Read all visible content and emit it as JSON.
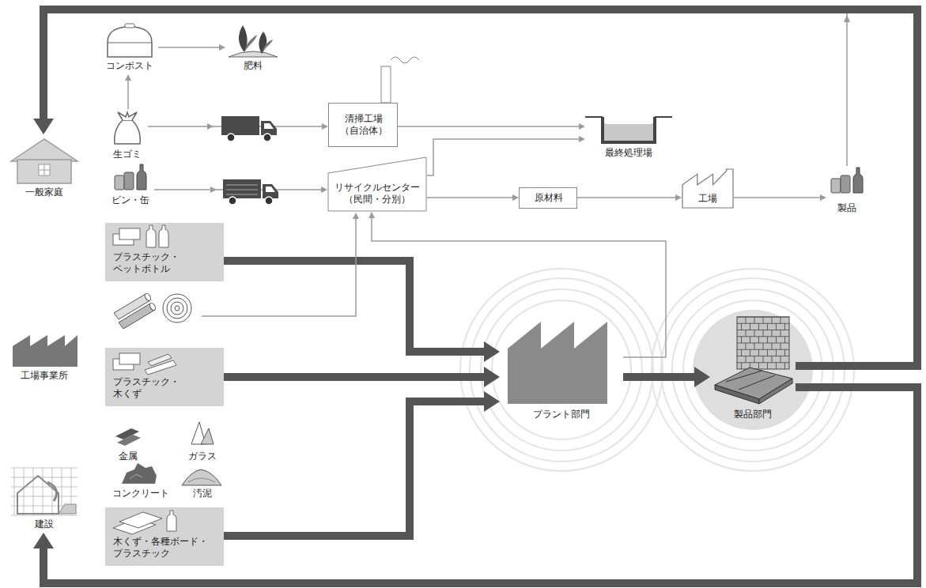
{
  "diagram": {
    "nodes": [
      {
        "text": [
          "一般家庭"
        ]
      },
      {
        "text": [
          "コンポスト"
        ]
      },
      {
        "text": [
          "肥料"
        ]
      },
      {
        "text": [
          "生ゴミ"
        ]
      },
      {
        "text": [
          "ビン・缶"
        ]
      },
      {
        "text": [
          "清掃工場 （自治体）"
        ]
      },
      {
        "text": [
          "最終処理場"
        ]
      },
      {
        "text": [
          "リサイクルセンター （民間・分別）"
        ]
      },
      {
        "text": [
          "原材料"
        ]
      },
      {
        "text": [
          "工場"
        ]
      },
      {
        "text": [
          "製品"
        ]
      },
      {
        "text": [
          "プラスチック・ ペットボトル"
        ]
      },
      {
        "text": [
          "工場事業所"
        ]
      },
      {
        "text": [
          "プラスチック・ 木くず"
        ]
      },
      {
        "text": [
          "建設"
        ]
      },
      {
        "text": [
          "木くず・各種ボード・ プラスチック"
        ]
      },
      {
        "text": [
          "プラント部門"
        ]
      },
      {
        "text": [
          "製品部門"
        ]
      }
    ],
    "edges": [
      {
        "from": 3,
        "to": 1,
        "arrow": "to"
      },
      {
        "from": 1,
        "to": 2,
        "arrow": "to"
      },
      {
        "from": 3,
        "to": 5,
        "arrow": "to"
      },
      {
        "from": 4,
        "to": 7,
        "arrow": "to"
      },
      {
        "from": 5,
        "to": 6,
        "arrow": "to"
      },
      {
        "from": 7,
        "to": 6,
        "arrow": "to"
      },
      {
        "from": 7,
        "to": 8,
        "arrow": "to"
      },
      {
        "from": 8,
        "to": 9,
        "arrow": "to"
      },
      {
        "from": 9,
        "to": 10,
        "arrow": "to"
      },
      {
        "from": 10,
        "to": 0,
        "arrow": "to"
      },
      {
        "from": 16,
        "to": 7,
        "arrow": "to"
      },
      {
        "from": 11,
        "to": 16,
        "arrow": "to"
      },
      {
        "from": 13,
        "to": 16,
        "arrow": "to"
      },
      {
        "from": 15,
        "to": 16,
        "arrow": "to"
      },
      {
        "from": 16,
        "to": 17,
        "arrow": "to"
      },
      {
        "from": 17,
        "to": 0,
        "arrow": "to"
      },
      {
        "from": 17,
        "to": 14,
        "arrow": "to"
      }
    ],
    "labels": [
      "金属",
      "ガラス",
      "コンクリート",
      "汚泥"
    ]
  }
}
